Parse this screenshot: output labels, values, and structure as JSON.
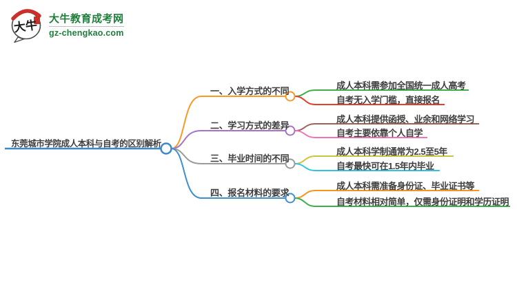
{
  "logo": {
    "title": "大牛教育成考网",
    "domain": "gz-chengkao.com",
    "icon_text": "大牛",
    "brand_green": "#1e7e3a",
    "seal_red": "#c9302a",
    "bubble_outline": "#4a4a4a"
  },
  "mindmap": {
    "center": {
      "label": "东莞城市学院成人本科与自考的区别解析",
      "color": "#3b87c8"
    },
    "branches": [
      {
        "label": "一、入学方式的不同",
        "color": "#f59b24",
        "children": [
          {
            "label": "成人本科需参加全国统一成人高考",
            "color": "#3fae49"
          },
          {
            "label": "自考无入学门槛，直接报名",
            "color": "#e2402e"
          }
        ]
      },
      {
        "label": "二、学习方式的差异",
        "color": "#a473c8",
        "children": [
          {
            "label": "成人本科提供函授、业余和网络学习",
            "color": "#9c6156"
          },
          {
            "label": "自考主要依靠个人自学",
            "color": "#ef74b7"
          }
        ]
      },
      {
        "label": "三、毕业时间的不同",
        "color": "#9a9a9a",
        "children": [
          {
            "label": "成人本科学制通常为2.5至5年",
            "color": "#cfc33e"
          },
          {
            "label": "自考最快可在1.5年内毕业",
            "color": "#30c2e2"
          }
        ]
      },
      {
        "label": "四、报名材料的要求",
        "color": "#3e8ed0",
        "children": [
          {
            "label": "成人本科需准备身份证、毕业证书等",
            "color": "#f5941f"
          },
          {
            "label": "自考材料相对简单，仅需身份证明和学历证明",
            "color": "#3cb049"
          }
        ]
      }
    ],
    "text_color": "#3e3e3e"
  }
}
